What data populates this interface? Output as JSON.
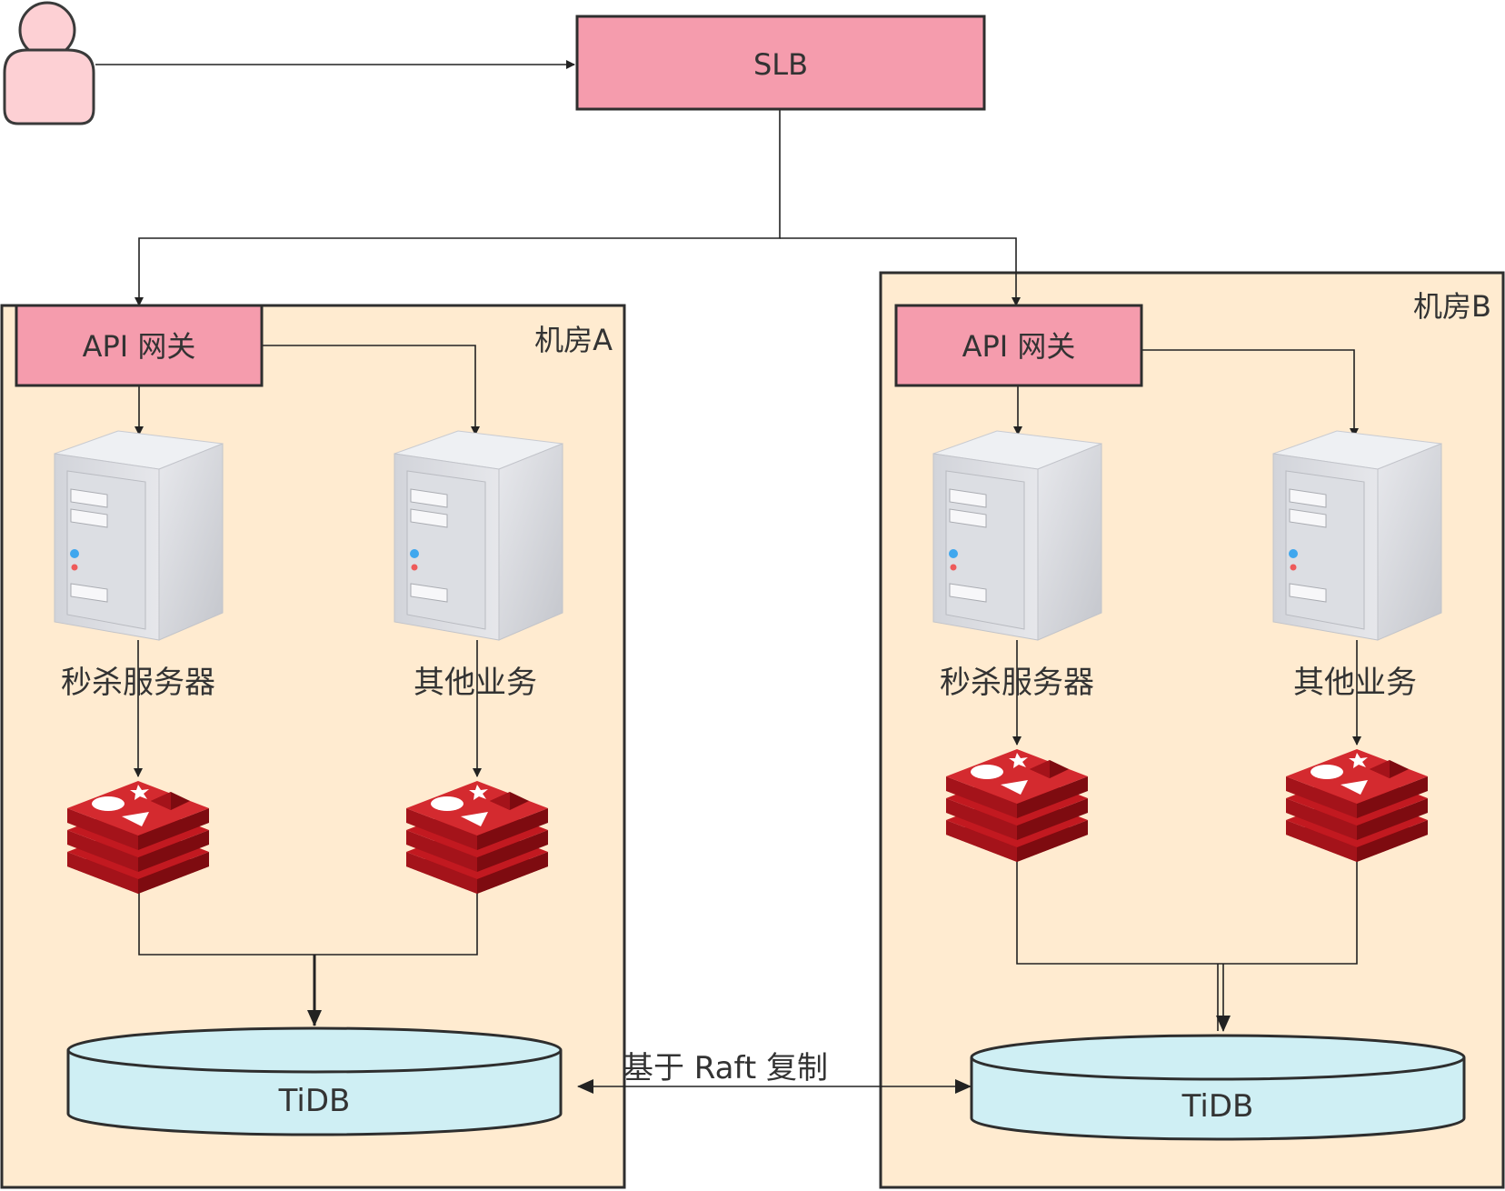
{
  "diagram": {
    "slb": {
      "label": "SLB"
    },
    "edge_label": "基于 Raft 复制",
    "rooms": [
      {
        "name": "机房A",
        "gateway": "API 网关",
        "servers": [
          "秒杀服务器",
          "其他业务"
        ],
        "database": "TiDB"
      },
      {
        "name": "机房B",
        "gateway": "API 网关",
        "servers": [
          "秒杀服务器",
          "其他业务"
        ],
        "database": "TiDB"
      }
    ]
  },
  "colors": {
    "room_fill": "#FFEBD0",
    "box_fill": "#F59CAD",
    "db_fill": "#CFEFF4",
    "user_fill": "#FDD0D4",
    "redis_red": "#C0141A",
    "line": "#333333"
  },
  "icons": [
    "user-icon",
    "server-icon",
    "redis-icon",
    "database-icon"
  ]
}
